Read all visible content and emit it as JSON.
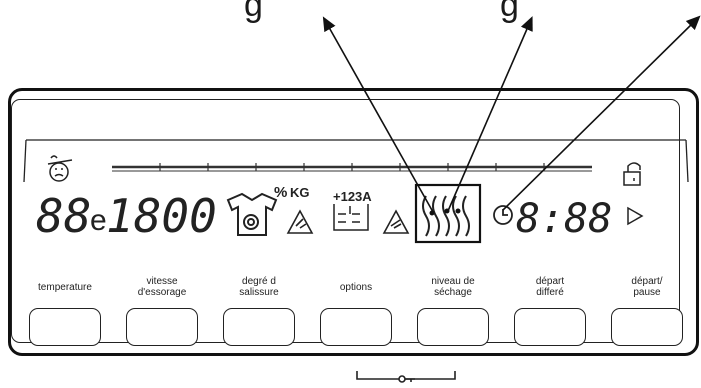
{
  "top_caption": {
    "text_1": "g",
    "text_2": "g"
  },
  "display": {
    "temp_digits": "88",
    "temp_unit": "e",
    "spin_digits": "1800",
    "percent": "%",
    "weight": "KG",
    "steps_text": "+123A",
    "time_digits": "8:88"
  },
  "buttons": [
    {
      "label": "temperature"
    },
    {
      "label": "vitesse\nd'essorage"
    },
    {
      "label": "degré d\nsalissure"
    },
    {
      "label": "options"
    },
    {
      "label": "niveau de\nséchage"
    },
    {
      "label": "départ\ndifferé"
    },
    {
      "label": "départ/\npause"
    }
  ],
  "icons": {
    "no_steam": "no-steam-icon",
    "lock": "padlock-open-icon",
    "shirt": "shirt-drum-icon",
    "warning": "warning-triangle-icon",
    "water_level": "water-level-icon",
    "drying": "drying-level-icon",
    "delay": "delay-clock-icon",
    "play": "play-arrow-icon",
    "key": "child-lock-key-icon"
  }
}
